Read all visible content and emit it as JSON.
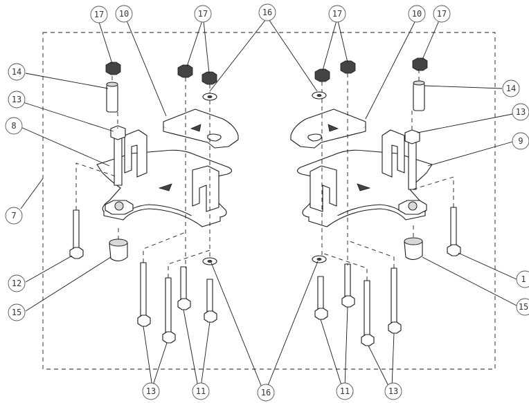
{
  "balloons": {
    "b17a": "17",
    "b10a": "10",
    "b17b": "17",
    "b16a": "16",
    "b17c": "17",
    "b10b": "10",
    "b17d": "17",
    "b14a": "14",
    "b14b": "14",
    "b13a": "13",
    "b13b": "13",
    "b8": "8",
    "b9": "9",
    "b7": "7",
    "b12": "12",
    "b15a": "15",
    "b1x": "1",
    "b15b": "15",
    "b13c": "13",
    "b11a": "11",
    "b16b": "16",
    "b11b": "11",
    "b13d": "13"
  }
}
